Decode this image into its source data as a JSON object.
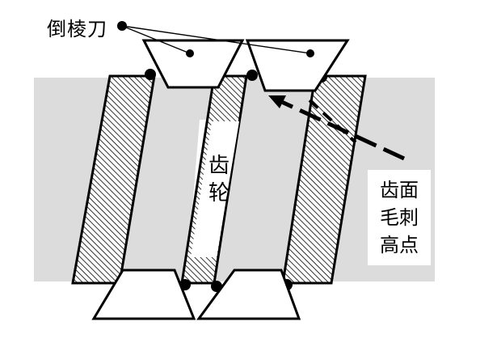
{
  "labels": {
    "chamfer_tool": "倒棱刀",
    "gear": "齿轮",
    "tooth_burr": "齿面\n毛刺\n高点"
  },
  "colors": {
    "background_band": "#dcdcdc",
    "tooth_fill": "#ffffff",
    "hatch": "#000000",
    "outline": "#000000",
    "gear_highlight": "#ffffff"
  }
}
